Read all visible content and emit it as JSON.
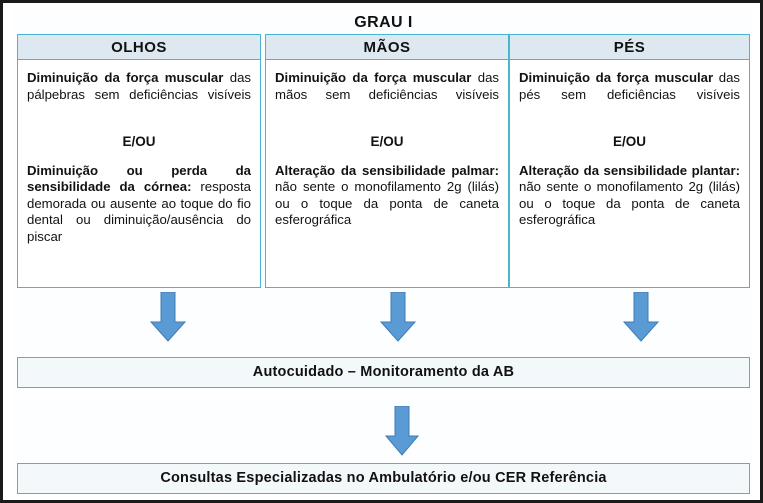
{
  "chart_data": {
    "type": "diagram",
    "title": "GRAU I",
    "subtype": "clinical-flowchart",
    "columns": [
      {
        "header": "OLHOS",
        "blocks": [
          {
            "bold": "Diminuição da força muscular",
            "rest": " das pálpebras sem deficiências visíveis"
          },
          {
            "bold": "Diminuição ou perda da sensibilidade da córnea:",
            "rest": " resposta demorada ou ausente ao toque do fio dental ou diminuição/ausência do piscar"
          }
        ],
        "connector": "E/OU"
      },
      {
        "header": "MÃOS",
        "blocks": [
          {
            "bold": "Diminuição da força muscular",
            "rest": " das mãos sem deficiências visíveis"
          },
          {
            "bold": "Alteração da sensibilidade palmar:",
            "rest": " não sente o monofilamento 2g (lilás) ou o toque da ponta de caneta esferográfica"
          }
        ],
        "connector": "E/OU"
      },
      {
        "header": "PÉS",
        "blocks": [
          {
            "bold": "Diminuição da força muscular",
            "rest": " das pés sem deficiências visíveis"
          },
          {
            "bold": "Alteração da sensibilidade plantar:",
            "rest": " não sente o monofilamento 2g (lilás) ou o toque da ponta de caneta esferográfica"
          }
        ],
        "connector": "E/OU"
      }
    ],
    "outcomes": [
      "Autocuidado – Monitoramento da AB",
      "Consultas Especializadas no Ambulatório e/ou CER Referência"
    ],
    "arrows": 4,
    "colors": {
      "arrow_fill": "#5b9bd5",
      "arrow_stroke": "#3e7cb1",
      "header_fill": "#dde8f1",
      "border": "#49b6cf",
      "outer_frame": "#1a1a1a",
      "text": "#111111",
      "box_fill": "#f3f9fb"
    }
  },
  "title": "GRAU I",
  "columns": [
    {
      "header": "OLHOS",
      "b1_bold": "Diminuição da força muscular",
      "b1_rest": " das pálpebras sem deficiências visíveis",
      "connector": "E/OU",
      "b2_bold": "Diminuição ou perda da sensibilidade da córnea:",
      "b2_rest": " resposta demorada ou ausente ao toque do fio dental ou diminuição/ausência do piscar"
    },
    {
      "header": "MÃOS",
      "b1_bold": "Diminuição da força muscular",
      "b1_rest": " das mãos sem deficiências visíveis",
      "connector": "E/OU",
      "b2_bold": "Alteração da sensibilidade palmar:",
      "b2_rest": " não sente o monofilamento 2g (lilás) ou o toque da ponta de caneta esferográfica"
    },
    {
      "header": "PÉS",
      "b1_bold": "Diminuição da força muscular",
      "b1_rest": " das pés sem deficiências visíveis",
      "connector": "E/OU",
      "b2_bold": "Alteração da sensibilidade plantar:",
      "b2_rest": " não sente o monofilamento 2g (lilás) ou o toque da ponta de caneta esferográfica"
    }
  ],
  "outcomes": {
    "autocuidado": "Autocuidado – Monitoramento da AB",
    "consultas": "Consultas Especializadas no Ambulatório e/ou CER Referência"
  },
  "icons": {
    "arrow": "down-arrow-icon"
  }
}
